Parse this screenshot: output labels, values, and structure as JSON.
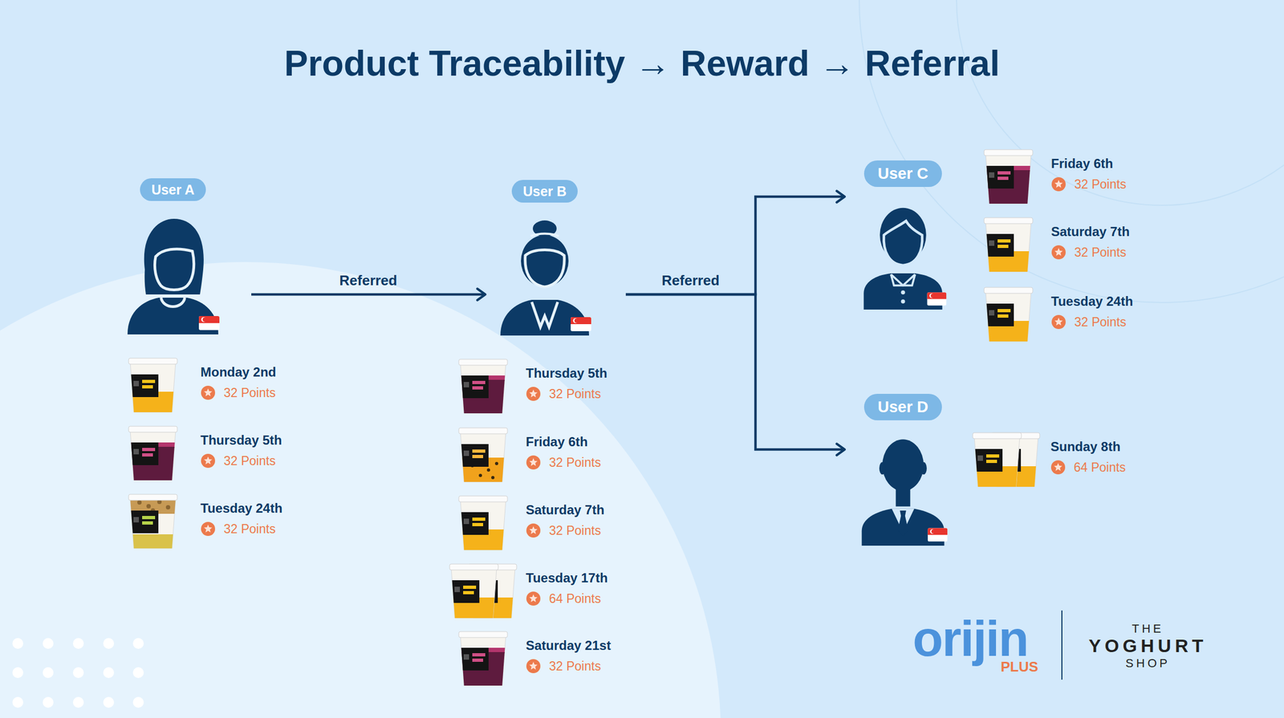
{
  "diagram": {
    "title": "Product Traceability → Reward → Referral",
    "nodes": [
      {
        "text": [
          "User A"
        ]
      },
      {
        "text": [
          "User B"
        ]
      },
      {
        "text": [
          "User C"
        ]
      },
      {
        "text": [
          "User D"
        ]
      }
    ],
    "edges": [
      {
        "from": 0,
        "to": 1,
        "label": "Referred",
        "arrow": "to"
      },
      {
        "from": 1,
        "to": 2,
        "label": "Referred",
        "arrow": "to"
      },
      {
        "from": 1,
        "to": 3,
        "arrow": "to"
      }
    ],
    "labels": [
      "Monday 2nd",
      "32 Points",
      "Thursday 5th",
      "32 Points",
      "Tuesday 24th",
      "32 Points",
      "Thursday 5th",
      "32 Points",
      "Friday 6th",
      "32 Points",
      "Saturday 7th",
      "32 Points",
      "Tuesday 17th",
      "64 Points",
      "Saturday 21st",
      "32 Points",
      "Friday 6th",
      "32 Points",
      "Saturday 7th",
      "32 Points",
      "Tuesday 24th",
      "32 Points",
      "Sunday 8th",
      "64 Points",
      "orijin",
      "PLUS",
      "THE",
      "YOGHURT",
      "SHOP"
    ]
  }
}
